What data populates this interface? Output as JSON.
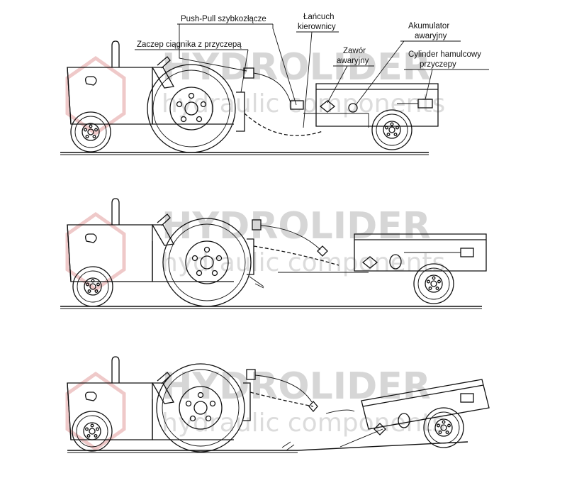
{
  "labels": {
    "push_pull": "Push-Pull szybkozłącze",
    "chain": "Łańcuch\nkierownicy",
    "hitch": "Zaczep ciągnika z przyczepą",
    "valve": "Zawór\nawaryjny",
    "accumulator": "Akumulator\nawaryjny",
    "cylinder": "Cylinder hamulcowy\nprzyczepy"
  },
  "watermark": {
    "brand": "HYDROLIDER",
    "tagline": "hydraulic components"
  },
  "colors": {
    "line": "#111111",
    "watermark": "#d6d6d6",
    "background": "#ffffff"
  }
}
